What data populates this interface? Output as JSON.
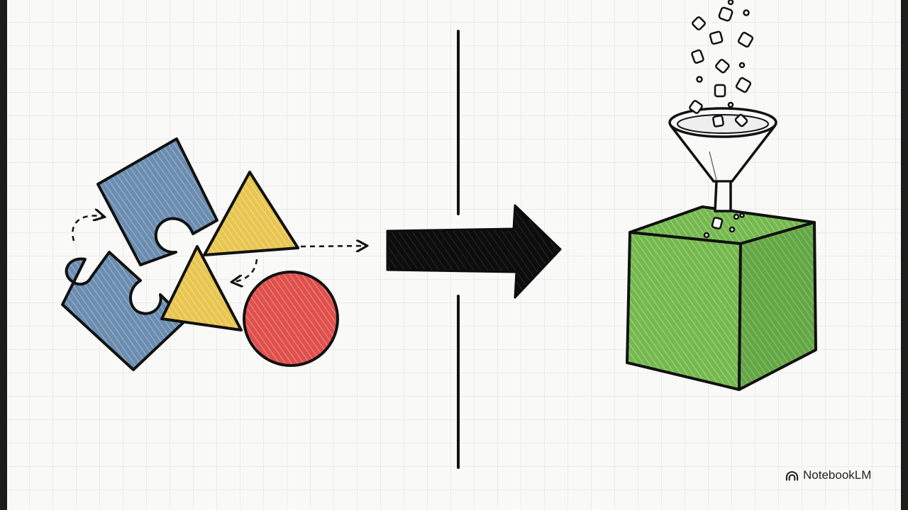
{
  "brand": {
    "name": "NotebookLM",
    "logo_icon": "notebooklm-logo-icon"
  },
  "colors": {
    "puzzle_blue": "#6b8db0",
    "triangle_yellow": "#e8c54f",
    "circle_red": "#e0504c",
    "cube_green": "#75b94e",
    "ink": "#0d0d0d"
  },
  "illustration": {
    "left_group": [
      "puzzle-piece",
      "puzzle-piece",
      "triangle",
      "triangle",
      "circle"
    ],
    "center": [
      "divider-line",
      "arrow-right"
    ],
    "right_group": [
      "funnel",
      "falling-particles",
      "cube"
    ]
  }
}
